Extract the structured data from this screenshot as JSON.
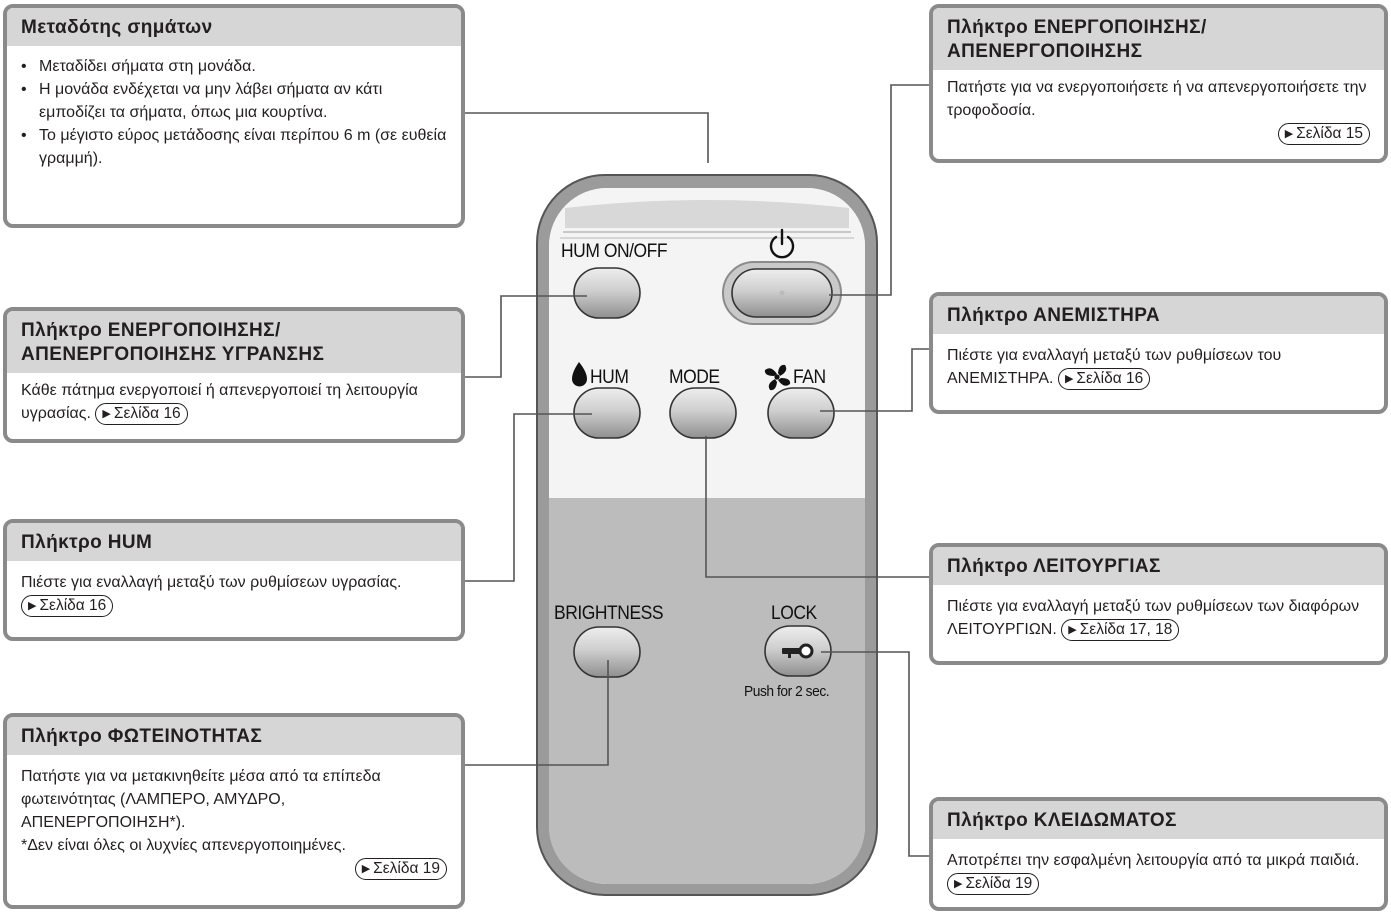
{
  "transmitter": {
    "title": "Μεταδότης σημάτων",
    "bullets": [
      "Μεταδίδει σήματα στη μονάδα.",
      "Η μονάδα ενδέχεται να μην λάβει σήματα αν κάτι εμποδίζει τα σήματα, όπως μια κουρτίνα.",
      "Το μέγιστο εύρος μετάδοσης είναι περίπου 6 m (σε ευθεία γραμμή)."
    ]
  },
  "hum_onoff": {
    "title_line1": "Πλήκτρο ΕΝΕΡΓΟΠΟΙΗΣΗΣ/",
    "title_line2": "ΑΠΕΝΕΡΓΟΠΟΙΗΣΗΣ ΥΓΡΑΝΣΗΣ",
    "text": "Κάθε πάτημα ενεργοποιεί ή απενεργοποιεί τη λειτουργία υγρασίας.",
    "ref": "Σελίδα 16"
  },
  "hum": {
    "title": "Πλήκτρο HUM",
    "text": "Πιέστε για εναλλαγή μεταξύ των ρυθμίσεων υγρασίας.",
    "ref": "Σελίδα 16"
  },
  "brightness": {
    "title": "Πλήκτρο ΦΩΤΕΙΝΟΤΗΤΑΣ",
    "text": "Πατήστε για να μετακινηθείτε μέσα από τα επίπεδα φωτεινότητας (ΛΑΜΠΕΡΟ, ΑΜΥΔΡΟ, ΑΠΕΝΕΡΓΟΠΟΙΗΣΗ*).",
    "note": "*Δεν είναι όλες οι λυχνίες απενεργοποιημένες.",
    "ref": "Σελίδα 19"
  },
  "power": {
    "title_line1": "Πλήκτρο ΕΝΕΡΓΟΠΟΙΗΣΗΣ/",
    "title_line2": "ΑΠΕΝΕΡΓΟΠΟΙΗΣΗΣ",
    "text": "Πατήστε για να ενεργοποιήσετε ή να απενεργοποιήσετε την τροφοδοσία.",
    "ref": "Σελίδα 15"
  },
  "fan": {
    "title": "Πλήκτρο ΑΝΕΜΙΣΤΗΡΑ",
    "text": "Πιέστε για εναλλαγή μεταξύ των ρυθμίσεων του ΑΝΕΜΙΣΤΗΡΑ.",
    "ref": "Σελίδα 16"
  },
  "mode": {
    "title": "Πλήκτρο ΛΕΙΤΟΥΡΓΙΑΣ",
    "text": "Πιέστε για εναλλαγή μεταξύ των ρυθμίσεων των διαφόρων ΛΕΙΤΟΥΡΓΙΩΝ.",
    "ref": "Σελίδα 17, 18"
  },
  "lock": {
    "title": "Πλήκτρο ΚΛΕΙΔΩΜΑΤΟΣ",
    "text": "Αποτρέπει την εσφαλμένη λειτουργία από τα μικρά παιδιά.",
    "ref": "Σελίδα 19"
  },
  "remote": {
    "hum_onoff_label": "HUM ON/OFF",
    "power_symbol": "⏻",
    "hum_label": "HUM",
    "mode_label": "MODE",
    "fan_label": "FAN",
    "brightness_label": "BRIGHTNESS",
    "lock_label": "LOCK",
    "lock_hint": "Push for 2 sec."
  },
  "icons": {
    "ref_arrow": "triangle-right-icon",
    "hum": "water-drop-icon",
    "fan": "fan-icon",
    "lock": "key-icon",
    "power": "power-icon"
  }
}
